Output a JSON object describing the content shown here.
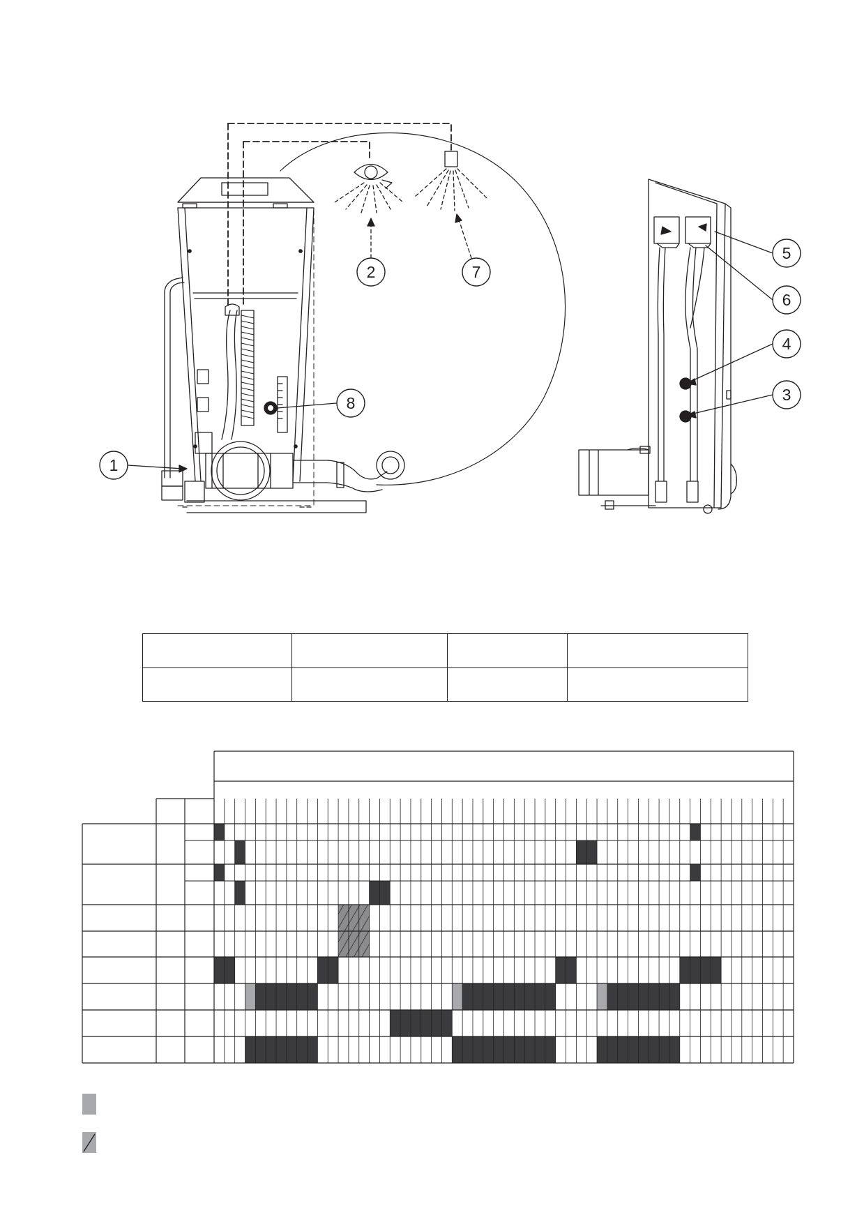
{
  "callouts": [
    "1",
    "2",
    "3",
    "4",
    "5",
    "6",
    "7",
    "8"
  ],
  "info_table": {
    "rows": [
      [
        "",
        "",
        "",
        ""
      ],
      [
        "",
        "",
        "",
        ""
      ]
    ]
  },
  "timing_chart": {
    "columns": 56,
    "row_groups": [
      {
        "rows": 2
      },
      {
        "rows": 2
      },
      {
        "rows": 1
      },
      {
        "rows": 1
      },
      {
        "rows": 1
      },
      {
        "rows": 1
      },
      {
        "rows": 1
      },
      {
        "rows": 1
      }
    ],
    "cells": [
      {
        "row": 0,
        "start": 0,
        "end": 0,
        "style": "dark"
      },
      {
        "row": 0,
        "start": 46,
        "end": 46,
        "style": "dark"
      },
      {
        "row": 1,
        "start": 2,
        "end": 2,
        "style": "dark"
      },
      {
        "row": 1,
        "start": 35,
        "end": 36,
        "style": "dark"
      },
      {
        "row": 2,
        "start": 0,
        "end": 0,
        "style": "dark"
      },
      {
        "row": 2,
        "start": 46,
        "end": 46,
        "style": "dark"
      },
      {
        "row": 3,
        "start": 2,
        "end": 2,
        "style": "dark"
      },
      {
        "row": 3,
        "start": 15,
        "end": 16,
        "style": "dark"
      },
      {
        "row": 4,
        "start": 12,
        "end": 14,
        "style": "hatched"
      },
      {
        "row": 5,
        "start": 12,
        "end": 14,
        "style": "hatched"
      },
      {
        "row": 6,
        "start": 0,
        "end": 1,
        "style": "dark"
      },
      {
        "row": 6,
        "start": 10,
        "end": 11,
        "style": "dark"
      },
      {
        "row": 6,
        "start": 33,
        "end": 34,
        "style": "dark"
      },
      {
        "row": 6,
        "start": 45,
        "end": 48,
        "style": "dark"
      },
      {
        "row": 7,
        "start": 3,
        "end": 3,
        "style": "grey"
      },
      {
        "row": 7,
        "start": 4,
        "end": 9,
        "style": "dark"
      },
      {
        "row": 7,
        "start": 23,
        "end": 23,
        "style": "grey"
      },
      {
        "row": 7,
        "start": 24,
        "end": 32,
        "style": "dark"
      },
      {
        "row": 7,
        "start": 37,
        "end": 37,
        "style": "grey"
      },
      {
        "row": 7,
        "start": 38,
        "end": 44,
        "style": "dark"
      },
      {
        "row": 8,
        "start": 17,
        "end": 22,
        "style": "dark"
      },
      {
        "row": 9,
        "start": 3,
        "end": 9,
        "style": "dark"
      },
      {
        "row": 9,
        "start": 23,
        "end": 32,
        "style": "dark"
      },
      {
        "row": 9,
        "start": 37,
        "end": 44,
        "style": "dark"
      }
    ]
  },
  "legend": [
    {
      "style": "grey"
    },
    {
      "style": "hatched"
    }
  ],
  "colors": {
    "line": "#231f20",
    "dark_fill": "#3b3b3d",
    "grey_fill": "#a7a9ac",
    "hatch_fill": "#8c8c8e"
  }
}
